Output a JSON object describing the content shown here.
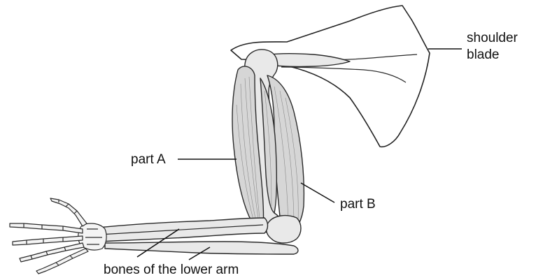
{
  "labels": {
    "shoulder_blade_line1": "shoulder",
    "shoulder_blade_line2": "blade",
    "part_a": "part A",
    "part_b": "part B",
    "lower_arm_bones": "bones of the lower arm"
  }
}
